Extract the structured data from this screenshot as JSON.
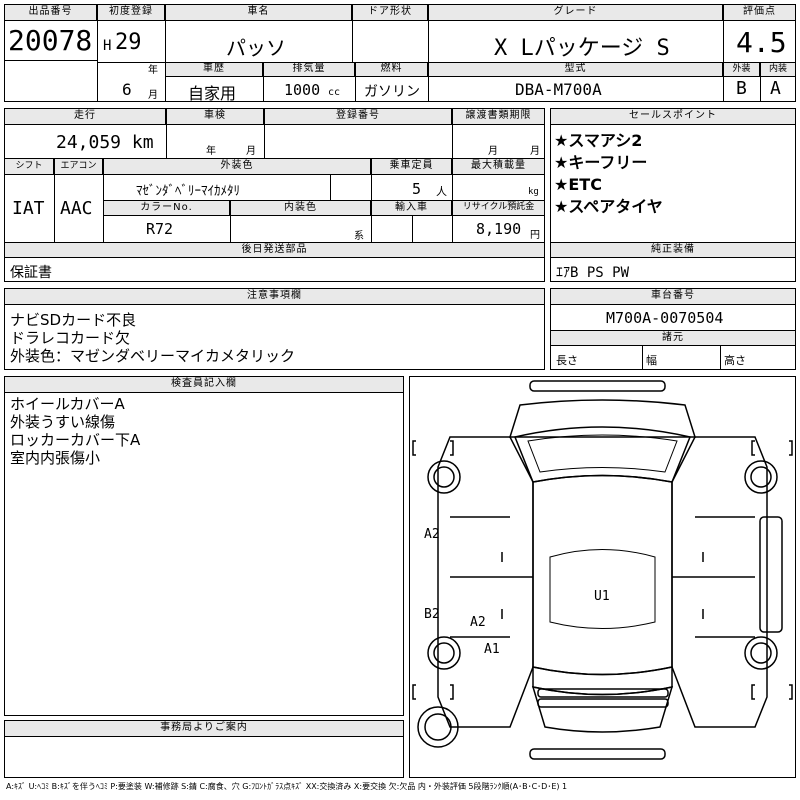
{
  "top": {
    "lot_no_label": "出品番号",
    "lot_no": "20078",
    "first_reg_label": "初度登録",
    "era": "H",
    "year_num": "29",
    "year_unit": "年",
    "month_num": "6",
    "month_unit": "月",
    "car_name_label": "車名",
    "car_name": "パッソ",
    "door_label": "ドア形状",
    "grade_label": "グレード",
    "grade": "X Lパッケージ S",
    "score_label": "評価点",
    "score": "4.5",
    "history_label": "車歴",
    "history": "自家用",
    "displacement_label": "排気量",
    "displacement": "1000",
    "displacement_unit": "cc",
    "fuel_label": "燃料",
    "fuel": "ガソリン",
    "model_label": "型式",
    "model": "DBA-M700A",
    "ext_label": "外装",
    "ext": "B",
    "int_label": "内装",
    "int": "A"
  },
  "mid": {
    "mileage_label": "走行",
    "mileage": "24,059 km",
    "inspection_label": "車検",
    "year_unit": "年",
    "month_unit": "月",
    "reg_no_label": "登録番号",
    "doc_label": "譲渡書類期限",
    "shift_label": "シフト",
    "shift": "IAT",
    "ac_label": "エアコン",
    "ac": "AAC",
    "color_label": "外装色",
    "color": "ﾏｾﾞﾝﾀﾞﾍﾞﾘｰﾏｲｶﾒﾀﾘ",
    "seats_label": "乗車定員",
    "seats": "5",
    "seats_unit": "人",
    "load_label": "最大積載量",
    "load_unit": "kg",
    "color_no_label": "カラーNo.",
    "color_no": "R72",
    "int_color_label": "内装色",
    "int_color_unit": "系",
    "import_label": "輸入車",
    "recycle_label": "リサイクル預託金",
    "recycle": "8,190",
    "recycle_unit": "円",
    "later_label": "後日発送部品",
    "later": "保証書"
  },
  "sales": {
    "label": "セールスポイント",
    "items": [
      "★スマアシ2",
      "★キーフリー",
      "★ETC",
      "★スペアタイヤ"
    ]
  },
  "equip": {
    "label": "純正装備",
    "value": "ｴｱB PS PW"
  },
  "notes": {
    "label": "注意事項欄",
    "items": [
      "ナビSDカード不良",
      "ドラレコカード欠",
      "外装色：マゼンダベリーマイカメタリック"
    ]
  },
  "chassis": {
    "label": "車台番号",
    "value": "M700A-0070504",
    "spec_label": "諸元",
    "length_label": "長さ",
    "width_label": "幅",
    "height_label": "高さ"
  },
  "inspector": {
    "label": "検査員記入欄",
    "items": [
      "ホイールカバーA",
      "外装うすい線傷",
      "ロッカーカバー下A",
      "室内内張傷小"
    ]
  },
  "office": {
    "label": "事務局よりご案内"
  },
  "diagram": {
    "marks": [
      "A2",
      "B2",
      "A2",
      "A1",
      "U1"
    ]
  },
  "footer": "A:ｷｽﾞ U:ﾍｺﾐ B:ｷｽﾞを伴うﾍｺﾐ P:要塗装 W:補修跡 S:錆 C:腐食、穴 G:ﾌﾛﾝﾄｶﾞﾗｽ点ｷｽﾞ XX:交換済み X:要交換 欠:欠品 内・外装評価 5段階ﾗﾝｸ順(A･B･C･D･E) 1"
}
